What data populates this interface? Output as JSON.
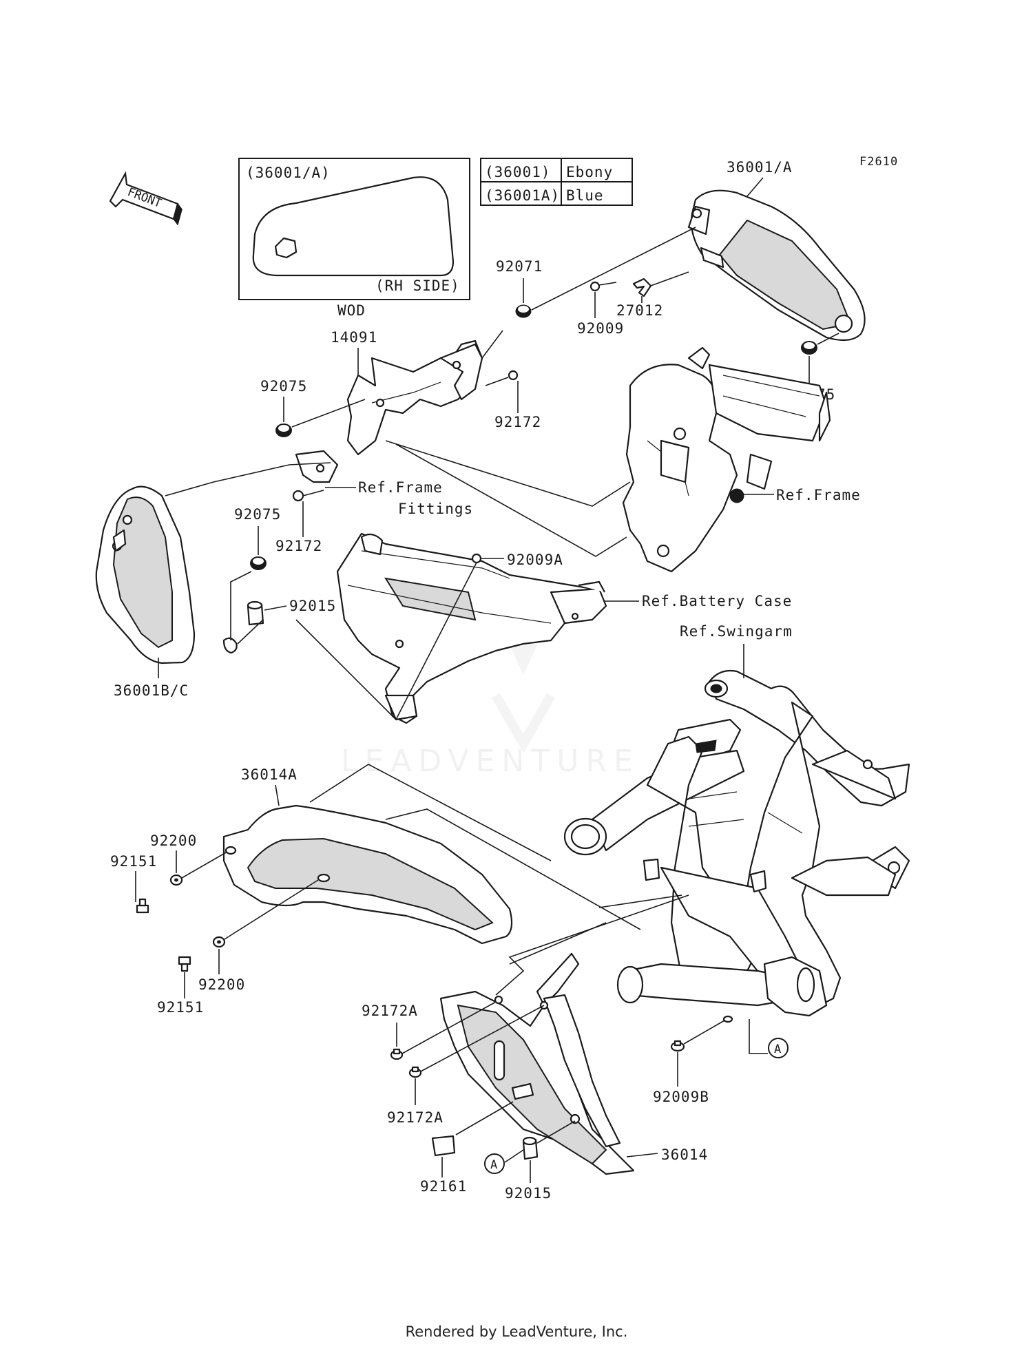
{
  "figure_id": "F2610",
  "front_label": "FRONT",
  "inset": {
    "part": "(36001/A)",
    "side": "(RH SIDE)",
    "caption": "WOD"
  },
  "color_table": [
    {
      "part": "(36001)",
      "color": "Ebony"
    },
    {
      "part": "(36001A)",
      "color": "Blue"
    }
  ],
  "callouts": {
    "p36001A_top": "36001/A",
    "p92071": "92071",
    "p27012": "27012",
    "p92009": "92009",
    "p92075_right": "92075",
    "p14091": "14091",
    "p92075_left": "92075",
    "p92172_a": "92172",
    "p92172_b": "92172",
    "ref_frame_fittings_1": "Ref.Frame",
    "ref_frame_fittings_2": "Fittings",
    "ref_frame": "Ref.Frame",
    "p92075_mid": "92075",
    "p92009A": "92009A",
    "ref_battery_case": "Ref.Battery Case",
    "p92015_top": "92015",
    "ref_swingarm": "Ref.Swingarm",
    "p36001BC": "36001B/C",
    "p36014A": "36014A",
    "p92200_top": "92200",
    "p92151_top": "92151",
    "p92200_bot": "92200",
    "p92151_bot": "92151",
    "p92172A_top": "92172A",
    "p92172A_bot": "92172A",
    "marker_a": "A",
    "p92009B": "92009B",
    "p36014": "36014",
    "p92161": "92161",
    "p92015_bot": "92015"
  },
  "watermark": "LEADVENTURE",
  "footer": "Rendered by LeadVenture, Inc."
}
